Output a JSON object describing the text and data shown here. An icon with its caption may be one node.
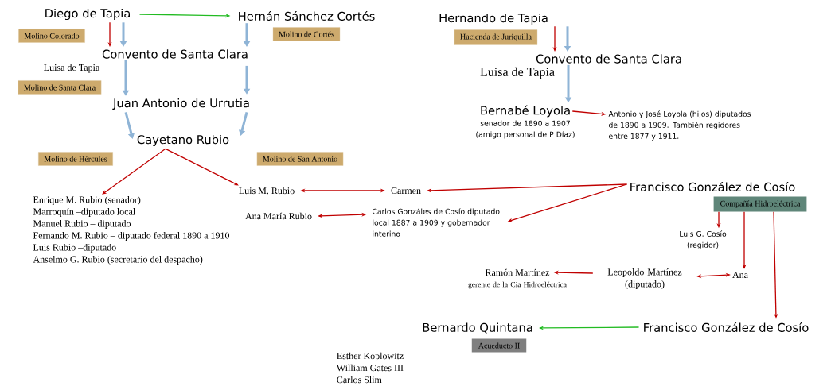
{
  "diagram": {
    "nodes": [
      {
        "text": [
          "Diego de Tapia"
        ]
      },
      {
        "text": [
          "Hernán Sánchez Cortés"
        ]
      },
      {
        "text": [
          "Molino Colorado"
        ]
      },
      {
        "text": [
          "Molino de Cortés"
        ]
      },
      {
        "text": [
          "Convento de Santa Clara"
        ]
      },
      {
        "text": [
          "Molino de Santa Clara"
        ]
      },
      {
        "text": [
          "Juan Antonio de Urrutia"
        ]
      },
      {
        "text": [
          "Cayetano Rubio"
        ]
      },
      {
        "text": [
          "Molino de Hércules"
        ]
      },
      {
        "text": [
          "Molino de San Antonio"
        ]
      },
      {
        "text": [
          "Hernando de Tapia"
        ]
      },
      {
        "text": [
          "Hacienda de Juriquilla"
        ]
      },
      {
        "text": [
          "Convento de Santa Clara"
        ]
      },
      {
        "text": [
          "Bernabé Loyola"
        ],
        "beside": [
          "senador de 1890 a 1907 (amigo personal de P Díaz)"
        ]
      },
      {
        "text": [
          "Antonio y José Loyola (hijos) diputados de 1890 a 1909. También regidores entre 1877 y 1911."
        ]
      },
      {
        "text": [
          "Enrique M. Rubio (senador)",
          "Marroquín –diputado local",
          "Manuel Rubio – diputado",
          "Fernando M. Rubio – diputado federal 1890 a 1910",
          "Luis Rubio –diputado",
          "Anselmo G. Rubio (secretario del despacho)"
        ]
      },
      {
        "text": [
          "Luis M. Rubio"
        ]
      },
      {
        "text": [
          "Carmen"
        ]
      },
      {
        "text": [
          "Francisco González de Cosío"
        ]
      },
      {
        "text": [
          "Compañía Hidroeléctrica"
        ]
      },
      {
        "text": [
          "Ana María Rubio"
        ]
      },
      {
        "text": [
          "Carlos Gonzáles de Cosío diputado local 1887 a 1909 y gobernador interino"
        ]
      },
      {
        "text": [
          "Luis G. Cosío (regidor)"
        ]
      },
      {
        "text": [
          "Ramón Martínez"
        ],
        "beside": [
          "gerente de la Cia Hidroeléctrica"
        ]
      },
      {
        "text": [
          "Leopoldo Martínez (diputado)"
        ]
      },
      {
        "text": [
          "Ana"
        ]
      },
      {
        "text": [
          "Bernardo Quintana"
        ]
      },
      {
        "text": [
          "Acueducto II"
        ]
      },
      {
        "text": [
          "Francisco González de Cosío"
        ]
      },
      {
        "text": [
          "Esther Koplowitz",
          "William Gates III",
          "Carlos Slim"
        ]
      }
    ],
    "edges": [
      {
        "from": 0,
        "to": 1,
        "arrow": "to",
        "color": "#22bb22"
      },
      {
        "from": 0,
        "to": 4,
        "arrow": "to"
      },
      {
        "from": 0,
        "to": 4,
        "arrow": "to",
        "style": "thick",
        "color": "#8fb4d6"
      },
      {
        "from": 1,
        "to": 4,
        "arrow": "to",
        "style": "thick",
        "color": "#8fb4d6"
      },
      {
        "from": 4,
        "to": 6,
        "arrow": "to",
        "style": "thick",
        "color": "#8fb4d6"
      },
      {
        "from": 4,
        "to": 6,
        "arrow": "to",
        "style": "thick",
        "color": "#8fb4d6"
      },
      {
        "from": 6,
        "to": 7,
        "arrow": "to",
        "style": "thick",
        "color": "#8fb4d6"
      },
      {
        "from": 6,
        "to": 7,
        "arrow": "to",
        "style": "thick",
        "color": "#8fb4d6"
      },
      {
        "from": 10,
        "to": 12,
        "arrow": "to"
      },
      {
        "from": 10,
        "to": 12,
        "arrow": "to",
        "style": "thick",
        "color": "#8fb4d6"
      },
      {
        "from": 12,
        "to": 13,
        "arrow": "to",
        "style": "thick",
        "color": "#8fb4d6"
      },
      {
        "from": 13,
        "to": 14,
        "arrow": "to"
      },
      {
        "from": 7,
        "to": 15,
        "arrow": "to"
      },
      {
        "from": 7,
        "to": 16,
        "arrow": "to"
      },
      {
        "from": 16,
        "to": 17,
        "arrow": "both"
      },
      {
        "from": 18,
        "to": 17,
        "arrow": "to"
      },
      {
        "from": 18,
        "to": 21,
        "arrow": "to"
      },
      {
        "from": 20,
        "to": 21,
        "arrow": "both"
      },
      {
        "from": 19,
        "to": 22,
        "arrow": "to"
      },
      {
        "from": 19,
        "to": 25,
        "arrow": "to"
      },
      {
        "from": 19,
        "to": 28,
        "arrow": "to"
      },
      {
        "from": 24,
        "to": 23,
        "arrow": "to"
      },
      {
        "from": 24,
        "to": 25,
        "arrow": "both"
      },
      {
        "from": 28,
        "to": 26,
        "arrow": "to",
        "color": "#22bb22"
      }
    ],
    "labels": [
      "Luisa de Tapia",
      "Luisa de Tapia"
    ]
  }
}
